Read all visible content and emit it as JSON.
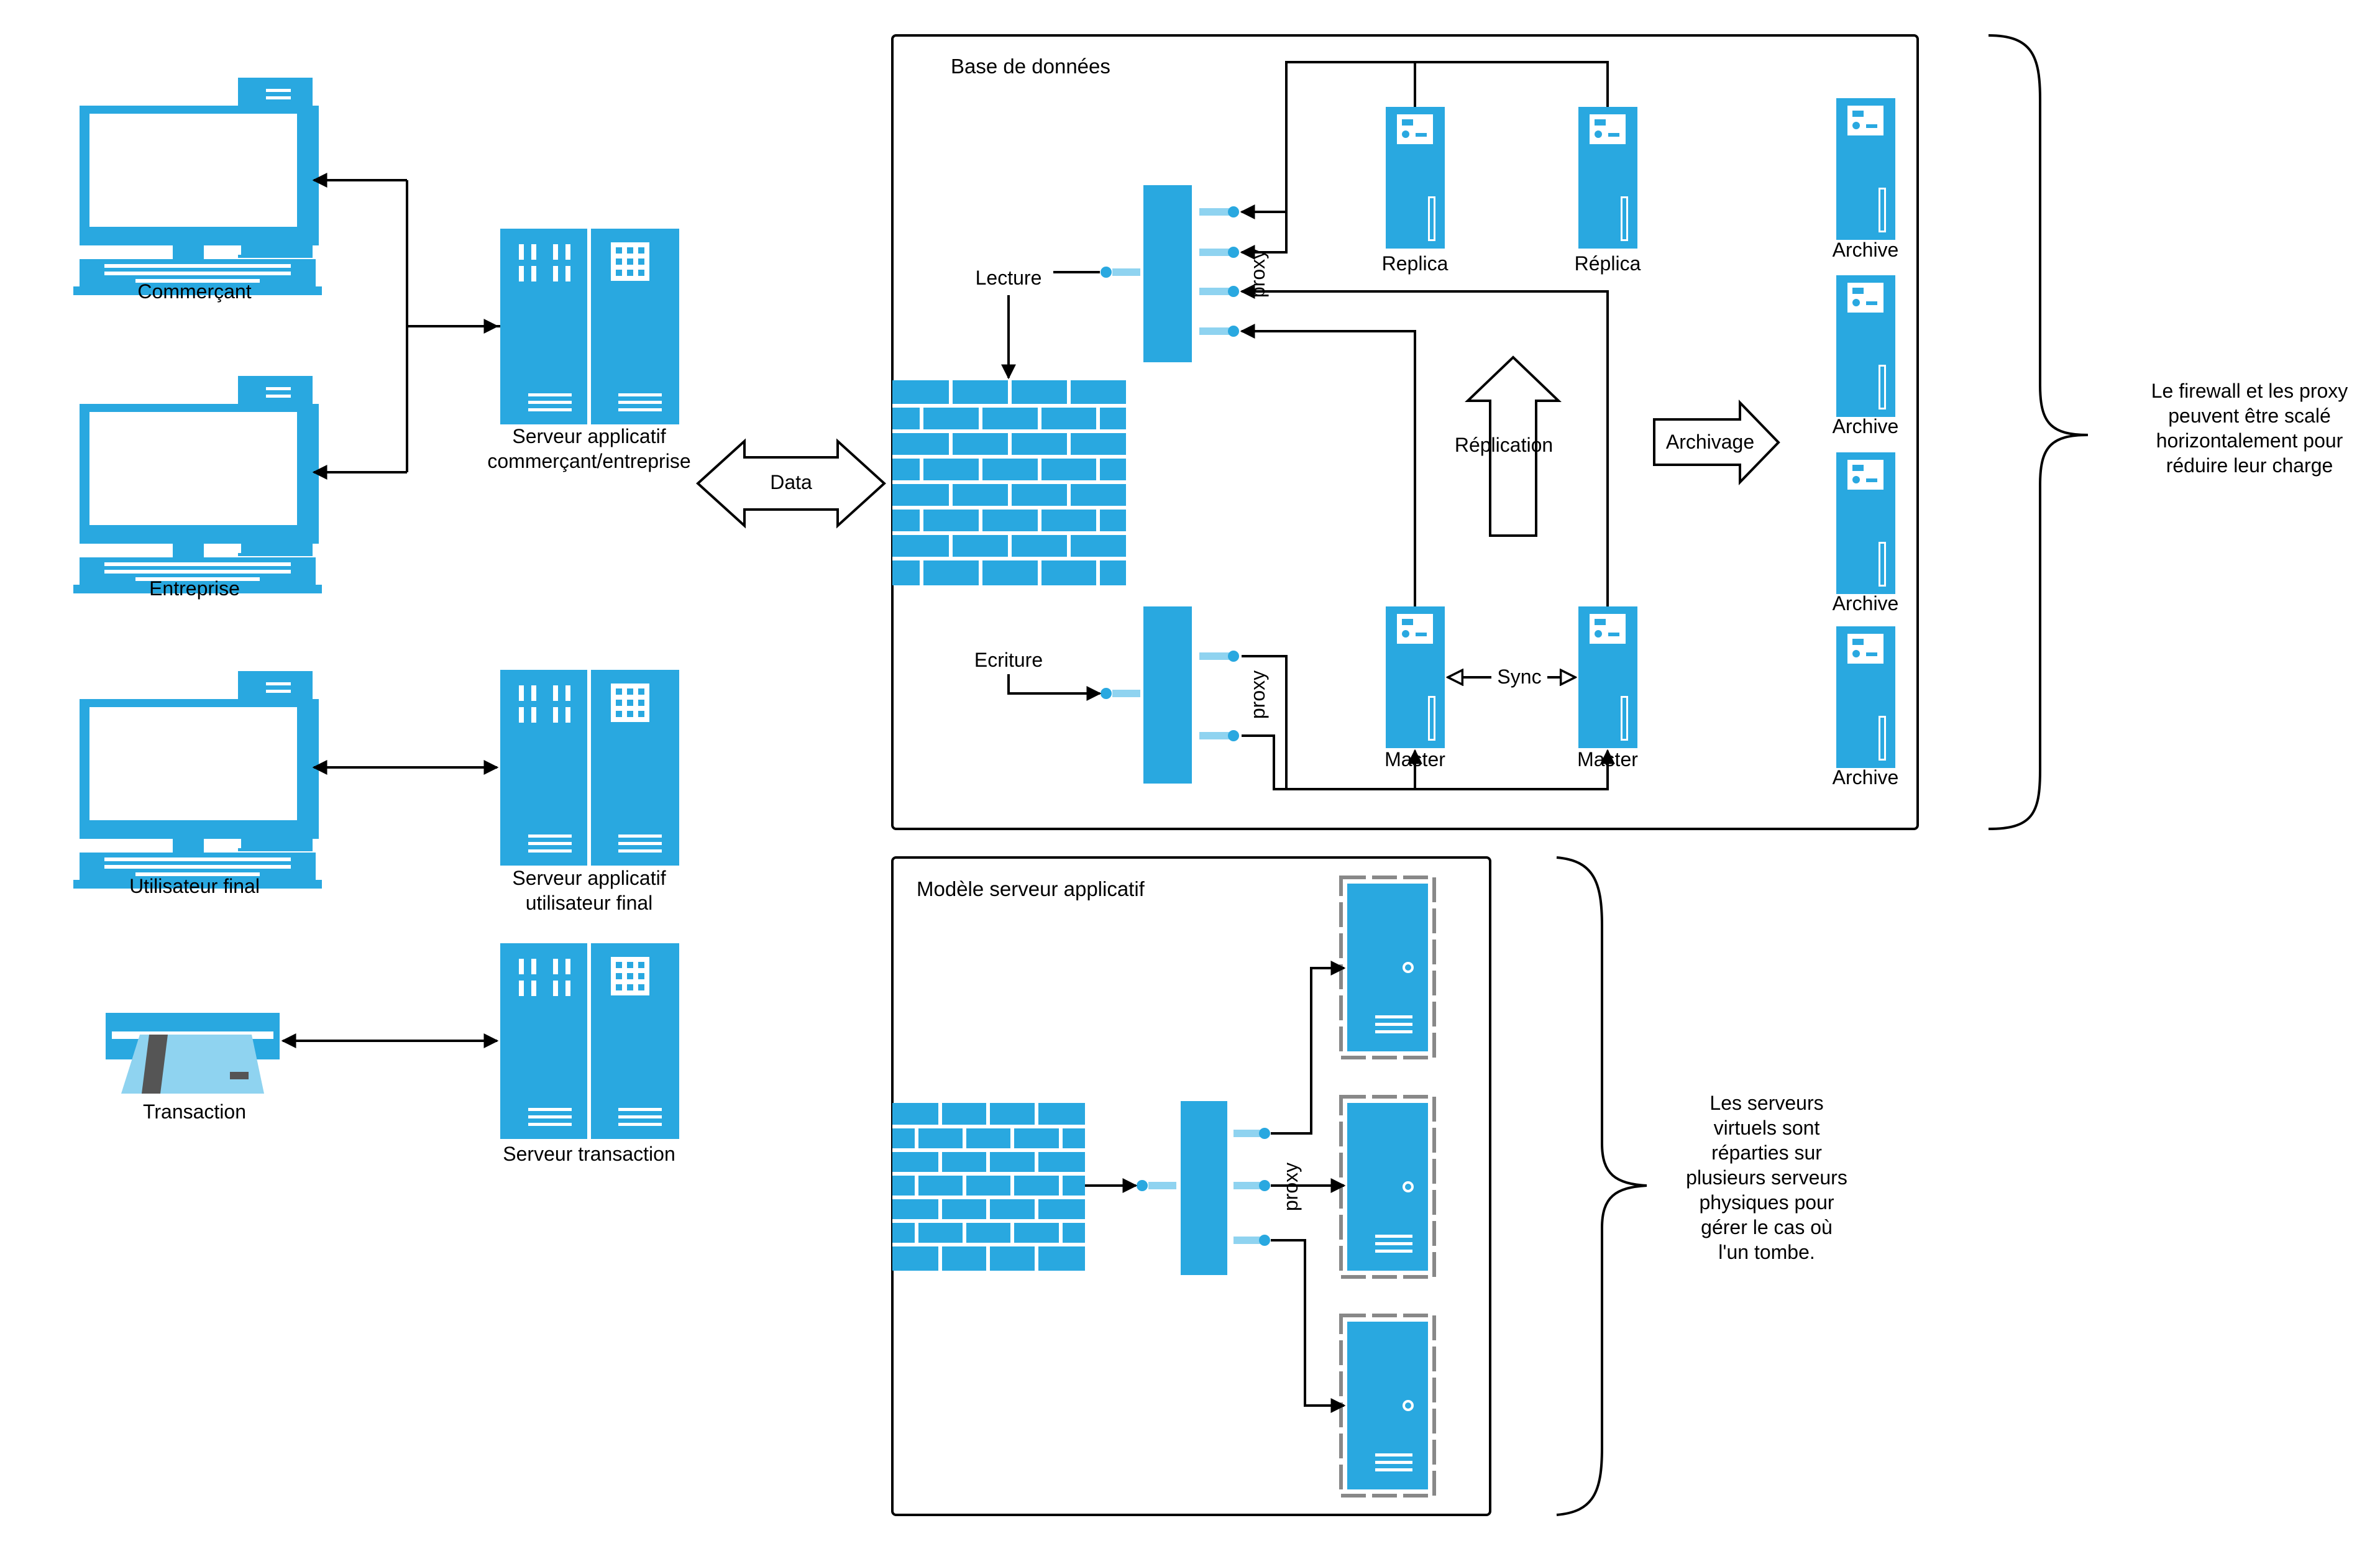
{
  "clients": {
    "merchant": "Commerçant",
    "business": "Entreprise",
    "end_user": "Utilisateur final",
    "transaction": "Transaction"
  },
  "app_servers": {
    "merchant_business_line1": "Serveur applicatif",
    "merchant_business_line2": "commerçant/entreprise",
    "end_user_line1": "Serveur applicatif",
    "end_user_line2": "utilisateur final",
    "transaction": "Serveur transaction"
  },
  "data_arrow": "Data",
  "database": {
    "title": "Base de données",
    "read": "Lecture",
    "write": "Ecriture",
    "proxy_top": "proxy",
    "proxy_bottom": "proxy",
    "replica_1": "Replica",
    "replica_2": "Réplica",
    "replication": "Réplication",
    "archiving": "Archivage",
    "sync": "Sync",
    "master_1": "Master",
    "master_2": "Master",
    "archives": [
      "Archive",
      "Archive",
      "Archive",
      "Archive"
    ]
  },
  "app_server_model": {
    "title": "Modèle serveur applicatif",
    "proxy": "proxy"
  },
  "notes": {
    "db_note": [
      "Le firewall et les proxy",
      "peuvent être scalé",
      "horizontalement pour",
      "réduire leur charge"
    ],
    "vm_note": [
      "Les serveurs",
      "virtuels sont",
      "réparties sur",
      "plusieurs serveurs",
      "physiques pour",
      "gérer le cas où",
      "l'un tombe."
    ]
  },
  "colors": {
    "device_blue": "#29a8e0",
    "connector_light_blue": "#8fd3f0",
    "line": "#000000"
  }
}
